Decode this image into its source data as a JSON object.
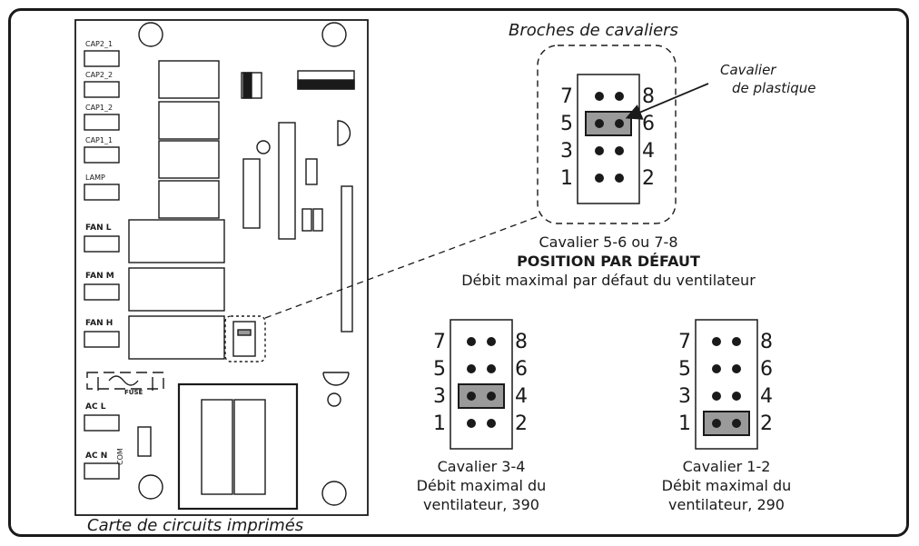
{
  "pcb": {
    "caption": "Carte de circuits imprimés",
    "labels": {
      "cap2_1": "CAP2_1",
      "cap2_2": "CAP2_2",
      "cap1_2": "CAP1_2",
      "cap1_1": "CAP1_1",
      "lamp": "LAMP",
      "fan_l": "FAN L",
      "fan_m": "FAN M",
      "fan_h": "FAN H",
      "fuse": "FUSE",
      "ac_l": "AC L",
      "ac_n": "AC N",
      "com": "COM"
    }
  },
  "jumper_pins": {
    "title": "Broches de cavaliers",
    "callout": [
      "Cavalier",
      "de plastique"
    ]
  },
  "default_block": {
    "pin_labels": [
      "7",
      "8",
      "5",
      "6",
      "3",
      "4",
      "1",
      "2"
    ],
    "caption_line1": "Cavalier 5-6 ou 7-8",
    "caption_line2": "POSITION PAR DÉFAUT",
    "caption_line3": "Débit maximal par défaut du ventilateur",
    "jumper": "5-6"
  },
  "block_34": {
    "pin_labels": [
      "7",
      "8",
      "5",
      "6",
      "3",
      "4",
      "1",
      "2"
    ],
    "caption_line1": "Cavalier 3-4",
    "caption_line2": "Débit maximal du",
    "caption_line3": "ventilateur, 390",
    "jumper": "3-4"
  },
  "block_12": {
    "pin_labels": [
      "7",
      "8",
      "5",
      "6",
      "3",
      "4",
      "1",
      "2"
    ],
    "caption_line1": "Cavalier 1-2",
    "caption_line2": "Débit maximal du",
    "caption_line3": "ventilateur, 290",
    "jumper": "1-2"
  },
  "colors": {
    "line": "#1a1a1a",
    "jumper_fill": "#9a9a9a"
  }
}
